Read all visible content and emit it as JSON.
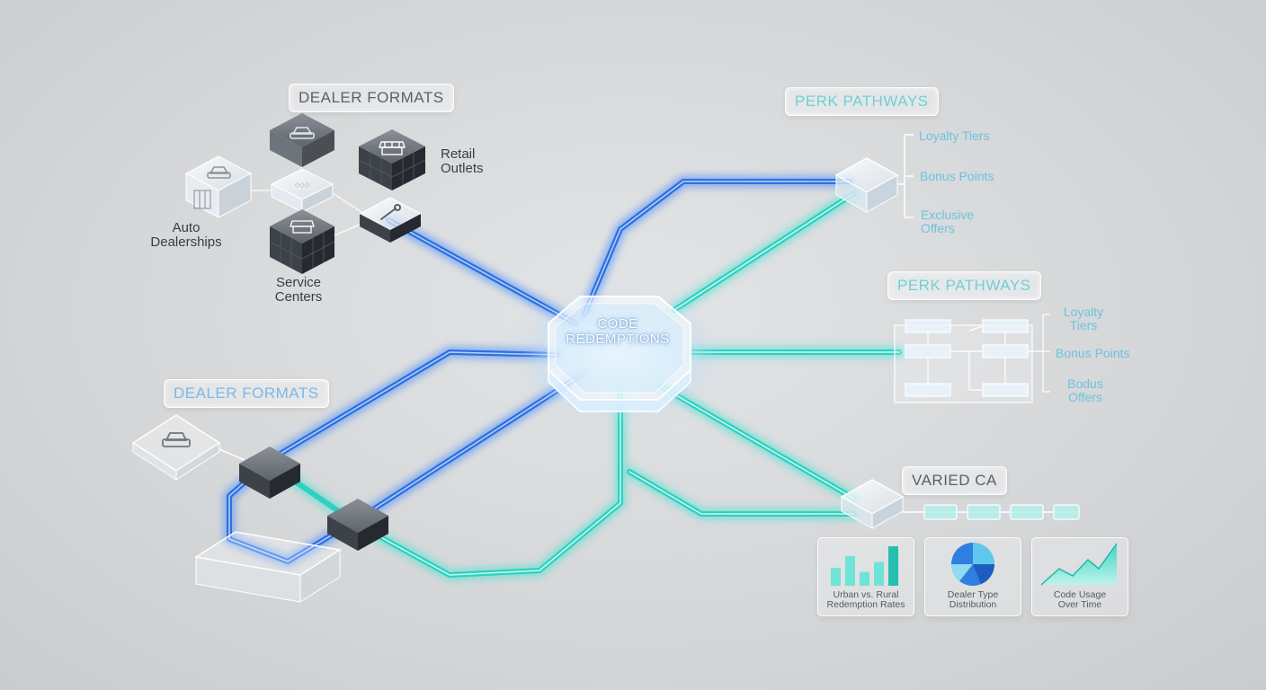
{
  "hub": {
    "title": "CODE\nREDEMPTIONS"
  },
  "dealer_formats_top": {
    "title": "DEALER FORMATS",
    "items": [
      {
        "label": "Retail\nOutlets",
        "icon": "storefront-icon"
      },
      {
        "label": "Auto\nDealerships",
        "icon": "car-icon"
      },
      {
        "label": "Service\nCenters",
        "icon": "storefront-icon"
      }
    ],
    "connector_icon": "wrench-icon"
  },
  "dealer_formats_bottom": {
    "title": "DEALER FORMATS",
    "icon": "car-icon"
  },
  "perk_pathways_top": {
    "title": "PERK PATHWAYS",
    "items": [
      "Loyalty Tiers",
      "Bonus Points",
      "Exclusive\nOffers"
    ]
  },
  "perk_pathways_mid": {
    "title": "PERK PATHWAYS",
    "items": [
      "Loyalty\nTiers",
      "Bonus Points",
      "Bodus\nOffers"
    ]
  },
  "varied_ca": {
    "title": "VARIED CA",
    "cards": [
      {
        "caption": "Urban vs. Rural\nRedemption Rates",
        "chart": "bar",
        "values": [
          0.45,
          0.75,
          0.35,
          0.6,
          1.0
        ]
      },
      {
        "caption": "Dealer Type\nDistribution",
        "chart": "pie"
      },
      {
        "caption": "Code Usage\nOver Time",
        "chart": "area"
      }
    ]
  },
  "colors": {
    "blue_path": "#2f6fe0",
    "teal_path": "#2fd0bf",
    "label_text": "#3a3d42",
    "perk_text": "#6cc3e0"
  }
}
